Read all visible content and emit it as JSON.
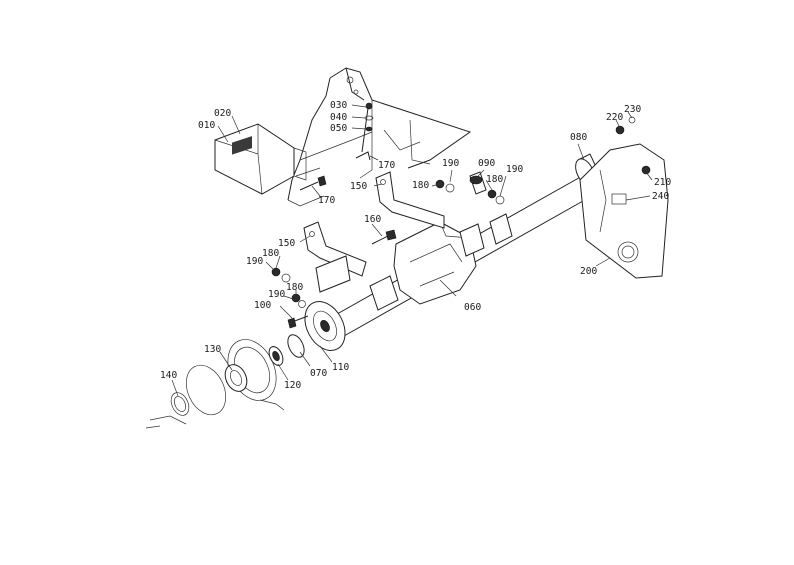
{
  "diagram": {
    "parts": [
      {
        "id": "010",
        "label": "010"
      },
      {
        "id": "020",
        "label": "020"
      },
      {
        "id": "030",
        "label": "030"
      },
      {
        "id": "040",
        "label": "040"
      },
      {
        "id": "050",
        "label": "050"
      },
      {
        "id": "060",
        "label": "060"
      },
      {
        "id": "070",
        "label": "070"
      },
      {
        "id": "080",
        "label": "080"
      },
      {
        "id": "090",
        "label": "090"
      },
      {
        "id": "100",
        "label": "100"
      },
      {
        "id": "110",
        "label": "110"
      },
      {
        "id": "120",
        "label": "120"
      },
      {
        "id": "130",
        "label": "130"
      },
      {
        "id": "140",
        "label": "140"
      },
      {
        "id": "150a",
        "label": "150"
      },
      {
        "id": "150b",
        "label": "150"
      },
      {
        "id": "160",
        "label": "160"
      },
      {
        "id": "170a",
        "label": "170"
      },
      {
        "id": "170b",
        "label": "170"
      },
      {
        "id": "180a",
        "label": "180"
      },
      {
        "id": "180b",
        "label": "180"
      },
      {
        "id": "180c",
        "label": "180"
      },
      {
        "id": "180d",
        "label": "180"
      },
      {
        "id": "190a",
        "label": "190"
      },
      {
        "id": "190b",
        "label": "190"
      },
      {
        "id": "190c",
        "label": "190"
      },
      {
        "id": "190d",
        "label": "190"
      },
      {
        "id": "200",
        "label": "200"
      },
      {
        "id": "210",
        "label": "210"
      },
      {
        "id": "220",
        "label": "220"
      },
      {
        "id": "230",
        "label": "230"
      },
      {
        "id": "240",
        "label": "240"
      }
    ]
  }
}
